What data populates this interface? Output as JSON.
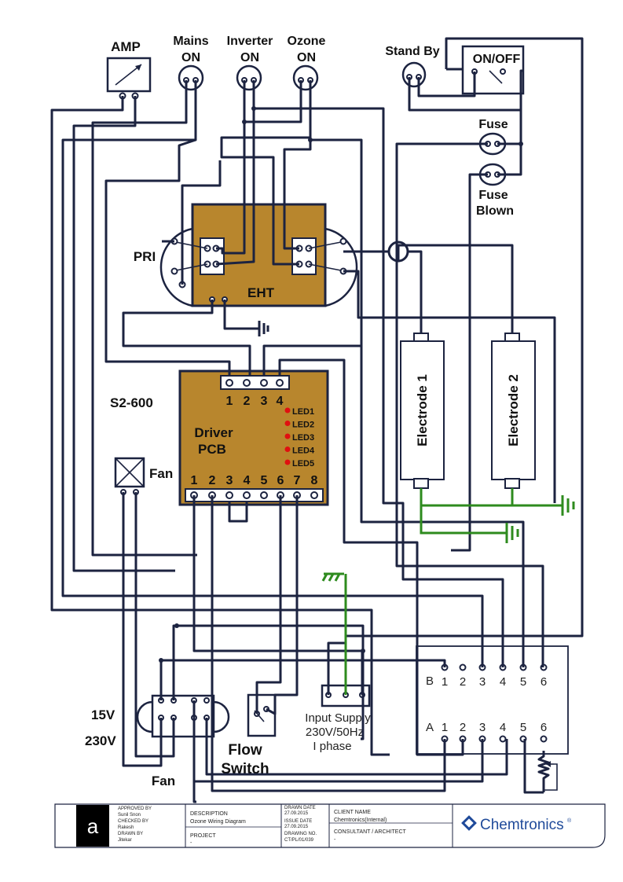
{
  "labels": {
    "amp": "AMP",
    "mains": [
      "Mains",
      "ON"
    ],
    "inverter": [
      "Inverter",
      "ON"
    ],
    "ozone": [
      "Ozone",
      "ON"
    ],
    "standby": "Stand By",
    "onoff": "ON/OFF",
    "fuse": "Fuse",
    "fuse_blown": [
      "Fuse",
      "Blown"
    ],
    "pri": "PRI",
    "eht": "EHT",
    "s2": "S2-600",
    "driver": [
      "Driver",
      "PCB"
    ],
    "leds": [
      "LED1",
      "LED2",
      "LED3",
      "LED4",
      "LED5"
    ],
    "top_terms": [
      "1",
      "2",
      "3",
      "4"
    ],
    "bottom_terms": [
      "1",
      "2",
      "3",
      "4",
      "5",
      "6",
      "7",
      "8"
    ],
    "fan": "Fan",
    "electrode1": "Electrode 1",
    "electrode2": "Electrode 2",
    "v15": "15V",
    "v230": "230V",
    "fan2": "Fan",
    "flow": [
      "Flow",
      "Switch"
    ],
    "input": [
      "Input Supply",
      "230V/50Hz",
      "I phase"
    ],
    "rowB": "B",
    "rowA": "A",
    "b_terms": [
      "1",
      "2",
      "3",
      "4",
      "5",
      "6"
    ],
    "a_terms": [
      "1",
      "2",
      "3",
      "4",
      "5",
      "6"
    ]
  },
  "titleblock": {
    "logo_letter": "a",
    "approved_by_label": "APPROVED BY",
    "approved_by": "Sunil Snon",
    "checked_by_label": "CHECKED BY",
    "checked_by": "Rakesh",
    "drawn_by_label": "DRAWN BY",
    "drawn_by": "Jitekar",
    "description_label": "DESCRIPTION",
    "description": "Ozone Wiring Diagram",
    "project_label": "PROJECT",
    "project": "-",
    "drawn_date_label": "DRAWN DATE",
    "drawn_date": "27.09.2015",
    "issue_date_label": "ISSUE DATE",
    "issue_date": "27.09.2015",
    "drawing_no_label": "DRAWING NO.",
    "drawing_no": "CT/PL/01/039",
    "client_label": "CLIENT NAME",
    "client": "Chemtronics(Internal)",
    "consultant_label": "CONSULTANT / ARCHITECT",
    "consultant": "-",
    "brand": "Chemtronics",
    "brand_mark": "®"
  },
  "colors": {
    "wire": "#1c2340",
    "board": "#b8862d",
    "led": "#e01010",
    "ground": "#2e8b1e"
  }
}
